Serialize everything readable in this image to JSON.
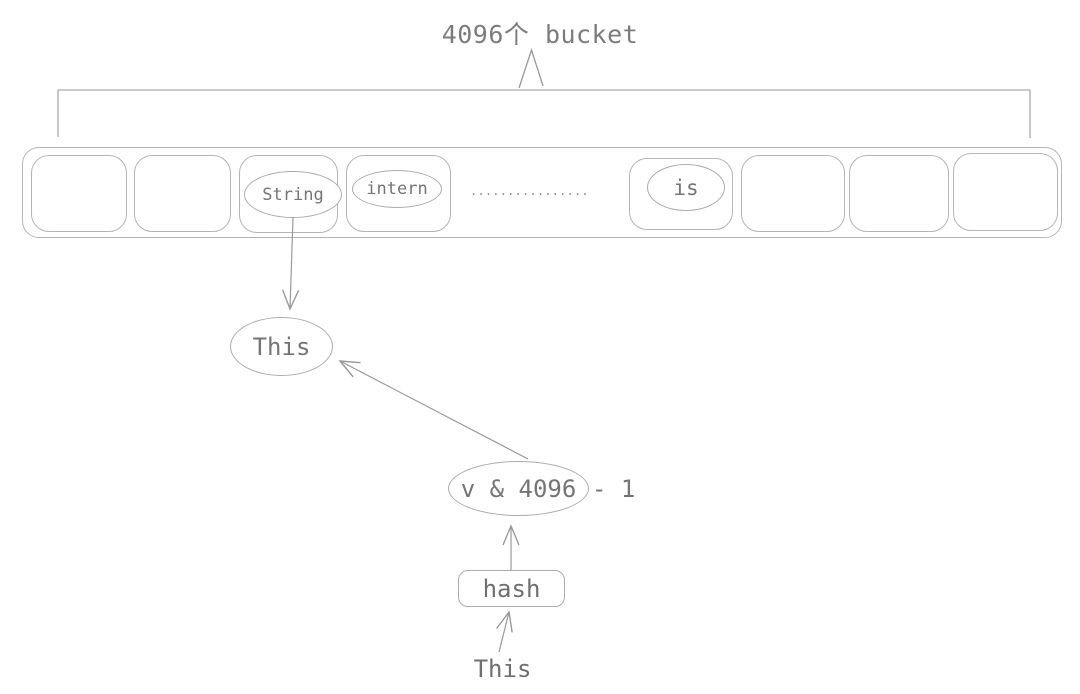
{
  "title": "4096个 bucket",
  "colors": {
    "background": "#ffffff",
    "box_border": "#b5b5b5",
    "ellipse_border": "#acacac",
    "connector": "#9a9a9a",
    "text": "#757575"
  },
  "buckets": {
    "cells": [
      {
        "label": ""
      },
      {
        "label": ""
      },
      {
        "label": "String"
      },
      {
        "label": "intern"
      },
      {
        "label": "is"
      },
      {
        "label": ""
      },
      {
        "label": ""
      },
      {
        "label": ""
      }
    ],
    "ellipsis": "................"
  },
  "flow": {
    "bucket_entry_label": "This",
    "index_expression": "v & 4096",
    "index_expression_suffix": "- 1",
    "hash_label": "hash",
    "input_label": "This"
  }
}
